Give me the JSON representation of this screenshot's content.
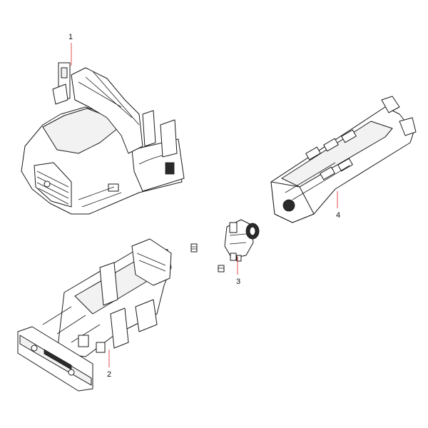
{
  "diagram": {
    "callouts": [
      {
        "id": "1",
        "label": "1"
      },
      {
        "id": "2",
        "label": "2"
      },
      {
        "id": "3",
        "label": "3"
      },
      {
        "id": "4",
        "label": "4"
      }
    ],
    "leader_color": "#e05050",
    "line_color": "#1a1a1a",
    "background": "#ffffff"
  }
}
